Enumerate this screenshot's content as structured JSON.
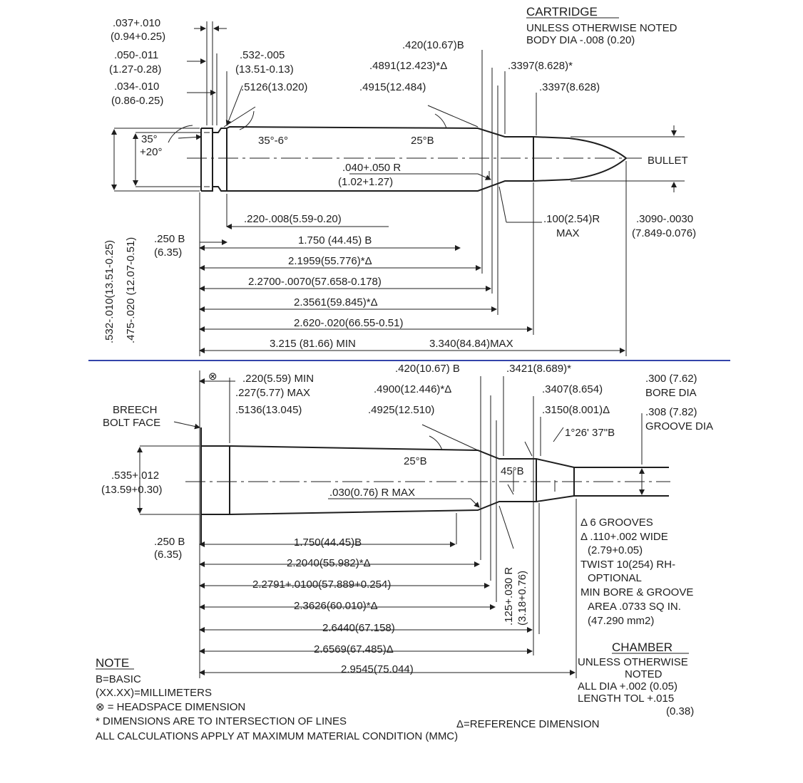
{
  "cartridge": {
    "title": "CARTRIDGE",
    "notes": [
      "UNLESS OTHERWISE NOTED",
      "BODY DIA -.008 (0.20)"
    ],
    "bullet_label": "BULLET",
    "angle_extractor": [
      "35°",
      "+20°"
    ],
    "angle_shoulder_body": "35°-6°",
    "angle_shoulder": "25°B",
    "dims": {
      "d037": [
        ".037+.010",
        "(0.94+0.25)"
      ],
      "d050": [
        ".050-.011",
        "(1.27-0.28)"
      ],
      "d034": [
        ".034-.010",
        "(0.86-0.25)"
      ],
      "d532": [
        ".532-.005",
        "(13.51-0.13)"
      ],
      "d5126": ".5126(13.020)",
      "d420": ".420(10.67)B",
      "d4891": ".4891(12.423)*Δ",
      "d4915": ".4915(12.484)",
      "d3397a": ".3397(8.628)*",
      "d3397b": ".3397(8.628)",
      "r040": [
        ".040+.050 R",
        "(1.02+1.27)"
      ],
      "r100": [
        ".100(2.54)R",
        "MAX"
      ],
      "d3090": [
        ".3090-.0030",
        "(7.849-0.076)"
      ],
      "v532": ".532-.010(13.51-0.25)",
      "v475": ".475-.020 (12.07-0.51)",
      "l220": ".220-.008(5.59-0.20)",
      "l250": [
        ".250 B",
        "(6.35)"
      ],
      "l1750": "1.750 (44.45) B",
      "l21959": "2.1959(55.776)*Δ",
      "l22700": "2.2700-.0070(57.658-0.178)",
      "l23561": "2.3561(59.845)*Δ",
      "l2620": "2.620-.020(66.55-0.51)",
      "l3215": "3.215 (81.66) MIN",
      "l3340": "3.340(84.84)MAX"
    }
  },
  "chamber": {
    "breech_label": [
      "BREECH",
      "BOLT FACE"
    ],
    "headspace_symbol": "⊗",
    "angle_shoulder": "25°B",
    "angle_throat": "45°B",
    "angle_leade": "1°26' 37\"B",
    "dims": {
      "d220": [
        ".220(5.59) MIN",
        ".227(5.77) MAX"
      ],
      "d5136": ".5136(13.045)",
      "d420": ".420(10.67) B",
      "d4900": ".4900(12.446)*Δ",
      "d4925": ".4925(12.510)",
      "d3421": ".3421(8.689)*",
      "d3407": ".3407(8.654)",
      "d3150": ".3150(8.001)Δ",
      "bore": [
        ".300 (7.62)",
        "BORE DIA"
      ],
      "groove": [
        ".308 (7.82)",
        "GROOVE DIA"
      ],
      "d535": [
        ".535+.012",
        "(13.59+0.30)"
      ],
      "r030": ".030(0.76) R MAX",
      "l250": [
        ".250 B",
        "(6.35)"
      ],
      "l1750": "1.750(44.45)B",
      "l22040": "2.2040(55.982)*Δ",
      "l22791": "2.2791+.0100(57.889+0.254)",
      "l23626": "2.3626(60.010)*Δ",
      "l26440": "2.6440(67.158)",
      "l26569": "2.6569(67.485)Δ",
      "l29545": "2.9545(75.044)",
      "r125": [
        ".125+.030 R",
        "(3.18+0.76)"
      ]
    },
    "rifling": [
      "Δ 6 GROOVES",
      "Δ .110+.002 WIDE",
      "(2.79+0.05)",
      "TWIST 10(254) RH-",
      "OPTIONAL",
      "MIN BORE & GROOVE",
      "AREA .0733 SQ IN.",
      "(47.290 mm2)"
    ],
    "title": "CHAMBER",
    "tolerances": [
      "UNLESS OTHERWISE",
      "NOTED",
      "ALL DIA +.002 (0.05)",
      "LENGTH TOL +.015",
      "(0.38)"
    ]
  },
  "notes": {
    "title": "NOTE",
    "lines": [
      "B=BASIC",
      "(XX.XX)=MILLIMETERS",
      "⊗ = HEADSPACE DIMENSION",
      "* DIMENSIONS ARE TO INTERSECTION OF LINES",
      "ALL CALCULATIONS APPLY AT MAXIMUM MATERIAL CONDITION (MMC)"
    ],
    "reference": "Δ=REFERENCE DIMENSION"
  },
  "colors": {
    "ink": "#1e1e1e",
    "separator": "#3344aa"
  }
}
